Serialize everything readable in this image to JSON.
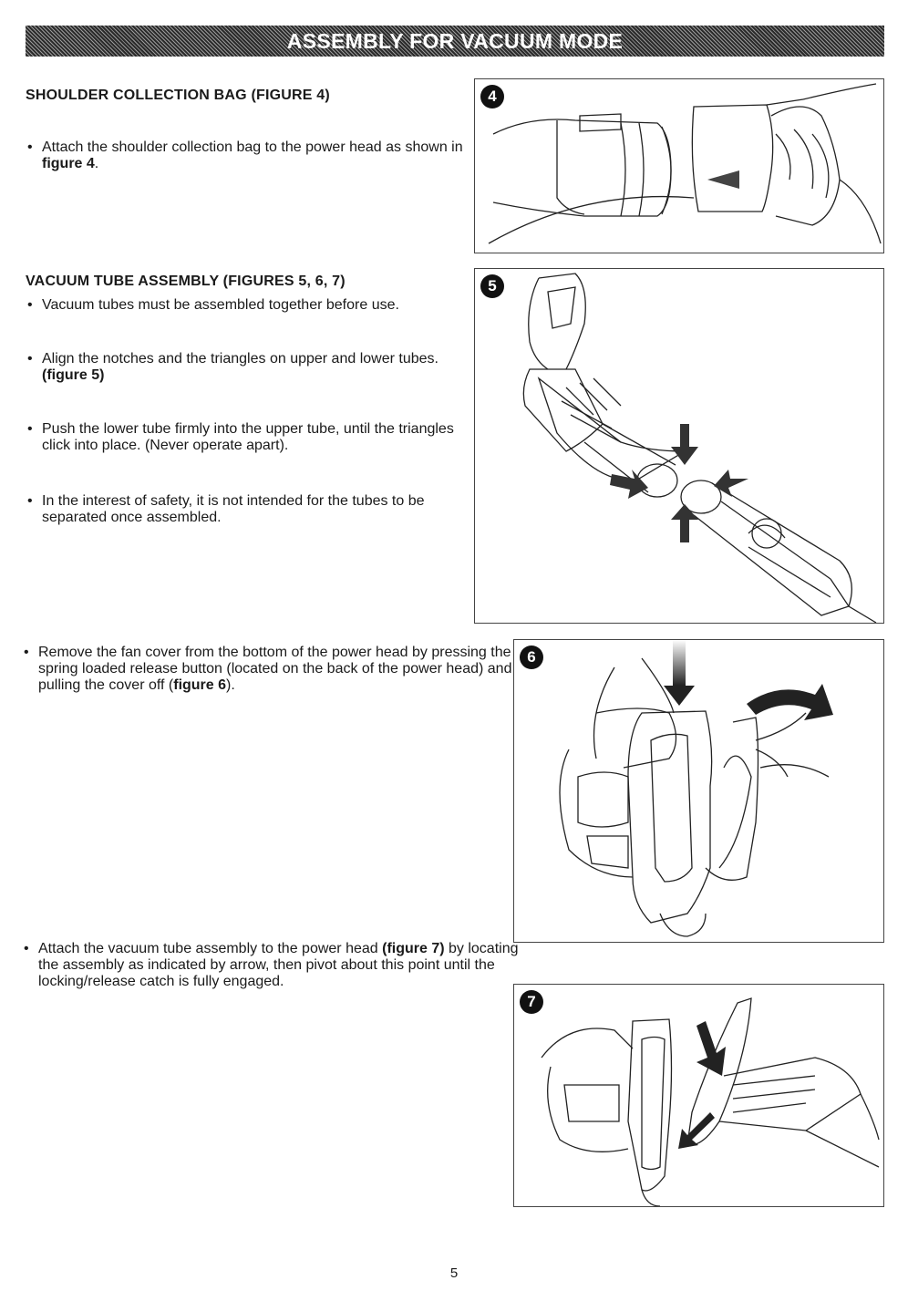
{
  "banner": {
    "title": "ASSEMBLY FOR VACUUM MODE"
  },
  "sections": {
    "shoulder_bag": {
      "heading": "SHOULDER COLLECTION BAG  (FIGURE 4)",
      "bullet": {
        "marker": "•",
        "text_before": "Attach the shoulder collection bag to the power head as shown in ",
        "bold": "figure 4",
        "text_after": "."
      }
    },
    "vacuum_tube": {
      "heading": "VACUUM TUBE ASSEMBLY (FIGURES 5, 6, 7)",
      "bullets": [
        {
          "marker": "•",
          "text": "Vacuum tubes must be assembled together before use."
        },
        {
          "marker": "•",
          "text": "Align the notches and the triangles on upper and lower tubes. ",
          "bold": "(figure 5)"
        },
        {
          "marker": "•",
          "text": "Push the lower tube firmly into the upper tube, until the triangles click into place. (Never operate apart)."
        },
        {
          "marker": "•",
          "text": "In the interest of safety, it is not intended for the tubes to be separated once assembled."
        }
      ]
    },
    "fan_cover": {
      "marker": "•",
      "text_before": "Remove the fan cover from the bottom of the power head by pressing the spring loaded release button (located on the back of the power head) and pulling the cover off (",
      "bold": "figure 6",
      "text_after": ")."
    },
    "attach_tube": {
      "marker": "•",
      "text_before": "Attach the vacuum tube assembly to the power head ",
      "bold": "(figure 7)",
      "text_after": " by locating the assembly as indicated by arrow, then pivot about this point until the locking/release catch is fully engaged."
    }
  },
  "figures": [
    {
      "number": "4",
      "name": "figure-4",
      "depicts": "shoulder-bag-connection"
    },
    {
      "number": "5",
      "name": "figure-5",
      "depicts": "vacuum-tube-alignment"
    },
    {
      "number": "6",
      "name": "figure-6",
      "depicts": "fan-cover-removal"
    },
    {
      "number": "7",
      "name": "figure-7",
      "depicts": "vacuum-tube-attachment"
    }
  ],
  "colors": {
    "ink": "#1a1a1a",
    "banner_bg": "#2b2b2b",
    "banner_text": "#ffffff"
  },
  "page_number": "5"
}
